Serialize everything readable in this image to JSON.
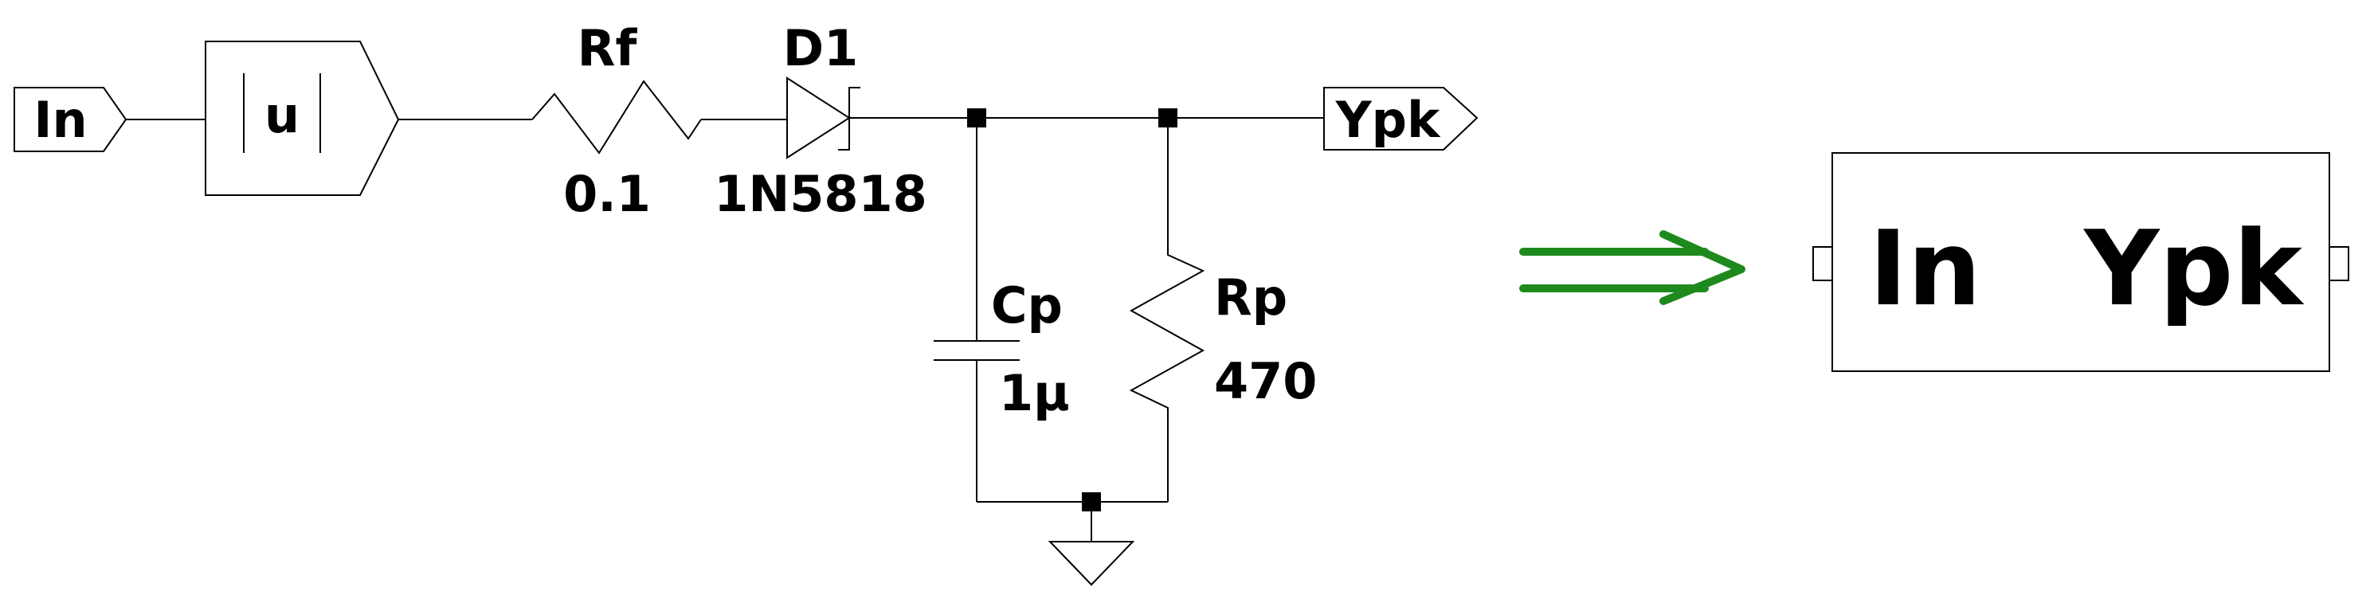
{
  "ports": {
    "input": "In",
    "output": "Ypk"
  },
  "abs_block": {
    "symbol": "u"
  },
  "components": {
    "rf": {
      "name": "Rf",
      "value": "0.1"
    },
    "d1": {
      "name": "D1",
      "value": "1N5818"
    },
    "cp": {
      "name": "Cp",
      "value": "1µ"
    },
    "rp": {
      "name": "Rp",
      "value": "470"
    }
  },
  "subcircuit_block": {
    "pin_left": "In",
    "pin_right": "Ypk"
  },
  "colors": {
    "arrow": "#1e8a1e",
    "line": "#000000"
  }
}
